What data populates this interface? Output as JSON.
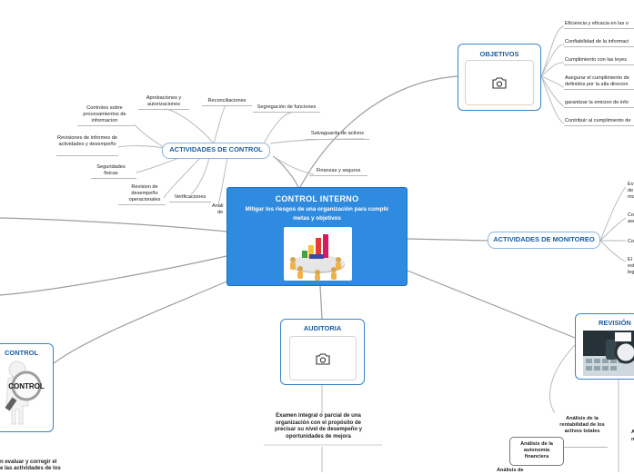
{
  "central": {
    "title": "CONTROL INTERNO",
    "subtitle": "Mitigar los riesgos de una organización para cumplir metas y objetivos",
    "image_icon": "meeting-chart-image"
  },
  "objetivos": {
    "title": "OBJETIVOS",
    "image_icon": "camera-icon",
    "items": [
      "Eficiencia y eficacia en las o",
      "Confiabilidad de la informaci",
      "Cumplimiento con las leyes",
      "Asegurar el cumplimiento de",
      "definidos por la alta direcion",
      "garantizar la emicion de info",
      "Contribuir al cumplimiento de"
    ]
  },
  "actividades_control": {
    "title": "ACTIVIDADES DE CONTROL",
    "items": {
      "aprobaciones": "Aprobaciones y autorizaciones",
      "reconciliaciones": "Reconciliaciones",
      "segregacion": "Segregación de funciones",
      "controles": "Controles sobre procesamientos de informacion",
      "revisiones": "Revisiones de informes de actividades y desempeño",
      "salvaguarda": "Salvaguarda de activos",
      "seguridades": "Seguridades fisicas",
      "finanzas": "Finanzas y seguros",
      "revision_desempeno": "Revision de desempeño operacionales",
      "verificaciones": "Verificaciones",
      "analisis_partial_1": "Anali",
      "analisis_partial_2": "de"
    }
  },
  "actividades_monitoreo": {
    "title": "ACTIVIDADES DE MONITOREO",
    "items": [
      "Ev",
      "de",
      "mo",
      "Co",
      "ase",
      "Co",
      "El",
      "est",
      "leg"
    ]
  },
  "auditoria": {
    "title": "AUDITORIA",
    "image_icon": "camera-icon",
    "description": "Examen integral o parcial de una organización con el propósito de precisar su nivel de desempeño y oportunidades de mejora"
  },
  "revision": {
    "title": "REVISIÓN",
    "image_icon": "magnifier-keyboard-image",
    "items": {
      "rentabilidad": "Análisis de la rentabilidad de los activos totales",
      "autonomia": "Análisis de la autonomia financiera",
      "analisis_partial": "Análisis de",
      "a_partial": "A",
      "n_partial": "n"
    }
  },
  "control": {
    "title": "CONTROL",
    "image_icon": "control-magnifier-image",
    "text_line1": "n evaluar y corregir el",
    "text_line2": "e las actividades de los"
  },
  "colors": {
    "node_border": "#3a83c9",
    "central_fill": "#2e8be0",
    "edge": "#9a9a9a"
  }
}
